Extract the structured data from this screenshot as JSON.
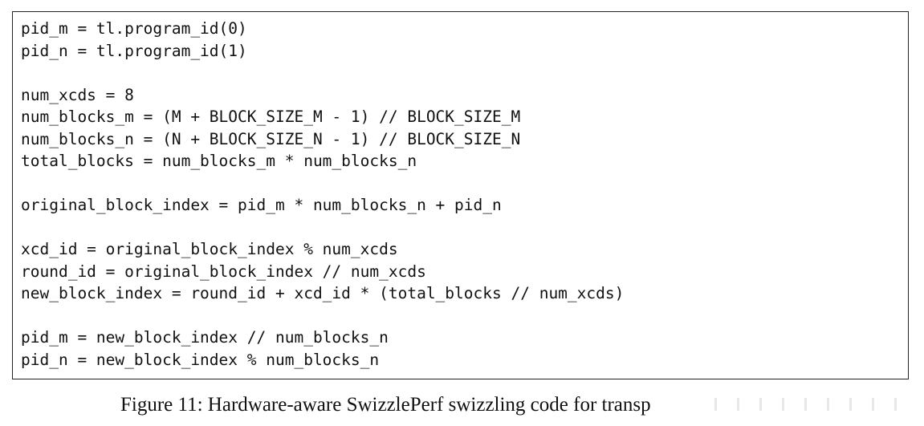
{
  "code_lines": [
    "pid_m = tl.program_id(0)",
    "pid_n = tl.program_id(1)",
    "",
    "num_xcds = 8",
    "num_blocks_m = (M + BLOCK_SIZE_M - 1) // BLOCK_SIZE_M",
    "num_blocks_n = (N + BLOCK_SIZE_N - 1) // BLOCK_SIZE_N",
    "total_blocks = num_blocks_m * num_blocks_n",
    "",
    "original_block_index = pid_m * num_blocks_n + pid_n",
    "",
    "xcd_id = original_block_index % num_xcds",
    "round_id = original_block_index // num_xcds",
    "new_block_index = round_id + xcd_id * (total_blocks // num_xcds)",
    "",
    "pid_m = new_block_index // num_blocks_n",
    "pid_n = new_block_index % num_blocks_n"
  ],
  "caption": "Figure 11: Hardware-aware SwizzlePerf swizzling code for transp"
}
